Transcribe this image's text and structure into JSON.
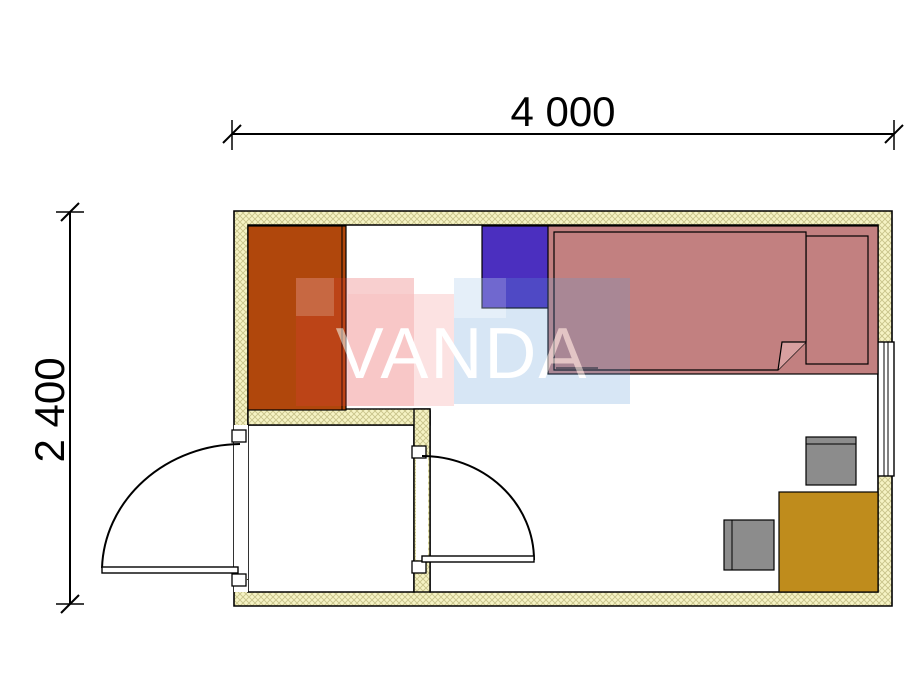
{
  "dimensions": {
    "width_label": "4 000",
    "height_label": "2 400"
  },
  "watermark": {
    "text": "VANDA"
  },
  "credit": "",
  "colors": {
    "wall_fill": "#f6f3c4",
    "wall_hatch": "#c8c38a",
    "wardrobe": "#b0470c",
    "nightstand": "#4b2fbf",
    "bed": "#c28080",
    "desk": "#bf8c1c",
    "chair": "#8c8c8c",
    "watermark_red": "#e23c3c",
    "watermark_blue": "#5d9bd6"
  }
}
